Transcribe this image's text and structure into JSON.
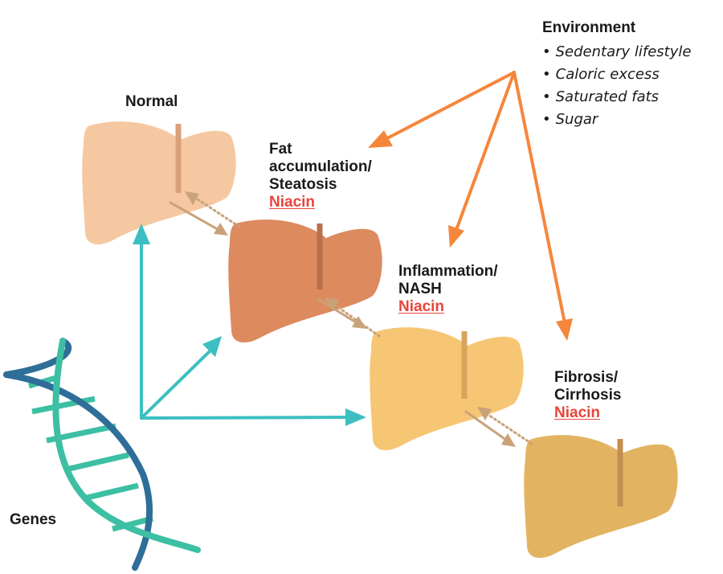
{
  "colors": {
    "orange_arrow": "#F5863B",
    "teal_arrow": "#3DBFC1",
    "tan_arrow": "#C9A27A",
    "niacin_red": "#E8453C",
    "liver_normal": "#F5C8A1",
    "liver_steatosis": "#DC8A5E",
    "liver_nash": "#F7C674",
    "liver_fibrosis": "#E2B462",
    "dna_teal": "#3DBFA3",
    "dna_blue": "#2E6E98"
  },
  "environment": {
    "title": "Environment",
    "items": [
      "Sedentary lifestyle",
      "Caloric excess",
      "Saturated fats",
      "Sugar"
    ]
  },
  "stages": {
    "normal": {
      "lines": [
        "Normal"
      ]
    },
    "steatosis": {
      "lines": [
        "Fat",
        "accumulation/",
        "Steatosis"
      ],
      "niacin": "Niacin"
    },
    "nash": {
      "lines": [
        "Inflammation/",
        "NASH"
      ],
      "niacin": "Niacin"
    },
    "fibrosis": {
      "lines": [
        "Fibrosis/",
        "Cirrhosis"
      ],
      "niacin": "Niacin"
    }
  },
  "genes": {
    "label": "Genes"
  },
  "icons": {
    "liver": "liver-icon",
    "dna": "dna-helix-icon"
  }
}
